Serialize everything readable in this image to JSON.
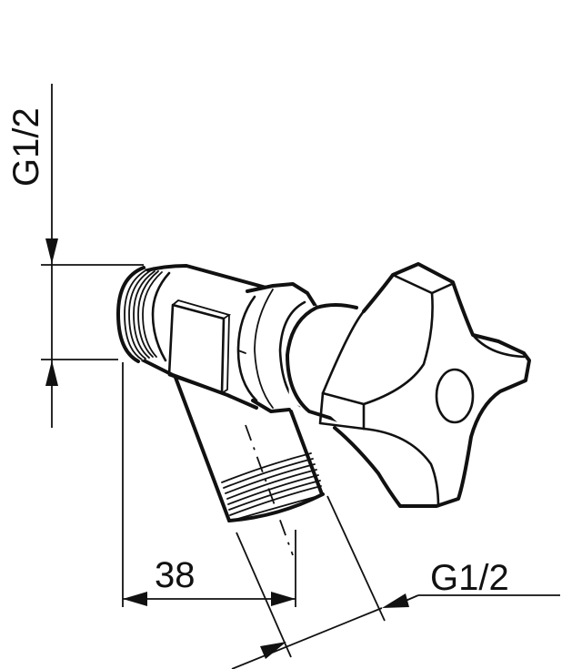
{
  "drawing": {
    "subject": "angle valve with cross handle",
    "line_color": "#111111",
    "background": "#ffffff"
  },
  "dimensions": {
    "top_thread_label": "G1/2",
    "horizontal_offset_label": "38",
    "outlet_thread_label": "G1/2"
  }
}
